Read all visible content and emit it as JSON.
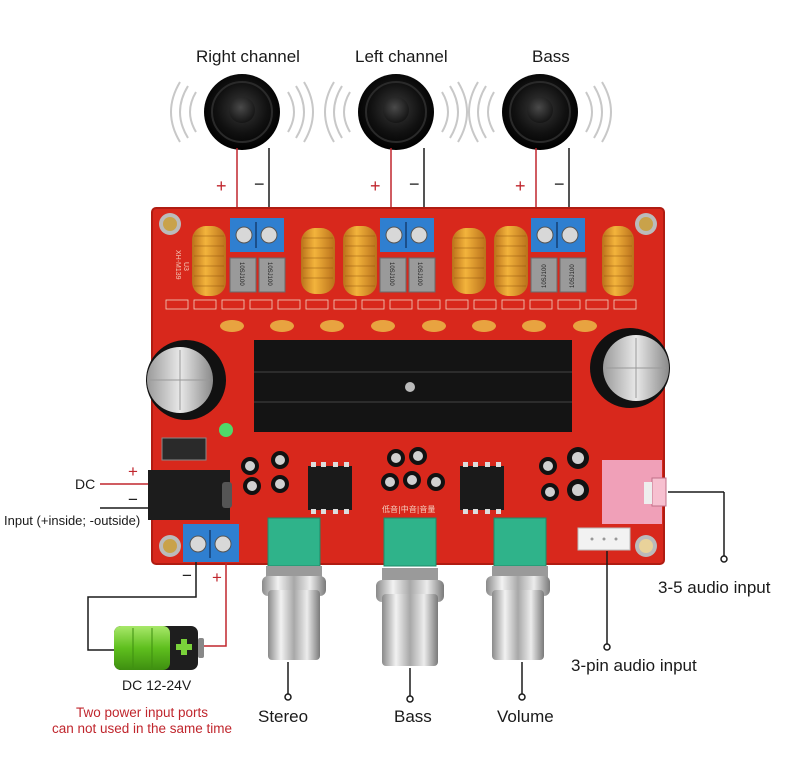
{
  "title": "XH-M139 2.1 channel amplifier board wiring diagram",
  "speakers": [
    {
      "label": "Right channel",
      "plus": "+",
      "minus": "−"
    },
    {
      "label": "Left channel",
      "plus": "+",
      "minus": "−"
    },
    {
      "label": "Bass",
      "plus": "+",
      "minus": "−"
    }
  ],
  "dc_input": {
    "label": "DC",
    "plus": "+",
    "minus": "−",
    "note": "Input (+inside; -outside)"
  },
  "terminal_power": {
    "minus": "−",
    "plus": "+",
    "battery_label": "DC 12-24V"
  },
  "warning": {
    "line1": "Two power input ports",
    "line2": "can not used in the same time"
  },
  "knobs": [
    {
      "label": "Stereo"
    },
    {
      "label": "Bass"
    },
    {
      "label": "Volume"
    }
  ],
  "audio_inputs": {
    "jack": "3-5 audio input",
    "pin": "3-pin audio input"
  },
  "board": {
    "model": "XH-M139",
    "u_label": "U3",
    "inductor_marking": "10SJ100",
    "silk_center": "低音|中音|音量"
  },
  "colors": {
    "pcb": "#d8281c",
    "wire_positive": "#c0262d",
    "wire_negative": "#1a1a1a",
    "terminal": "#2f7fd0",
    "coil": "#e8a02a",
    "pot": "#2fb38a",
    "jack": "#f0a0b8",
    "battery": "#6cc22a"
  }
}
